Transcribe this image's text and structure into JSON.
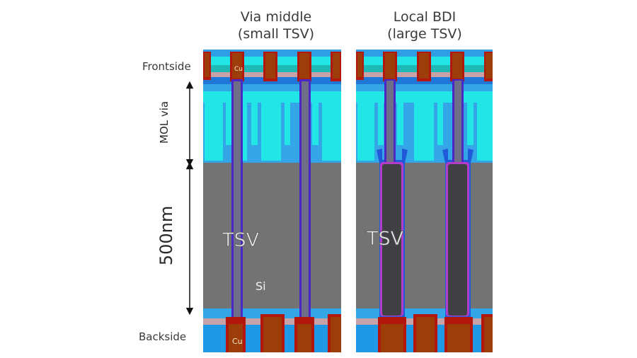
{
  "panels": [
    {
      "title_line1": "Via middle",
      "title_line2": "(small TSV)"
    },
    {
      "title_line1": "Local BDI",
      "title_line2": "(large TSV)"
    }
  ],
  "labels": {
    "frontside": "Frontside",
    "backside": "Backside",
    "mol_via": "MOL via",
    "depth": "500nm",
    "tsv": "TSV",
    "si": "Si",
    "cu": "Cu"
  },
  "colors": {
    "copper": "#9c3d0a",
    "copper_dark": "#b3160c",
    "tsv_small": "#6e6f86",
    "tsv_large": "#404044",
    "liner": "#4a28c8",
    "silicon": "#737373",
    "dielectric_cyan": "#22e6e6",
    "light_blue": "#34a6e8",
    "dark_blue": "#1f78d8"
  }
}
